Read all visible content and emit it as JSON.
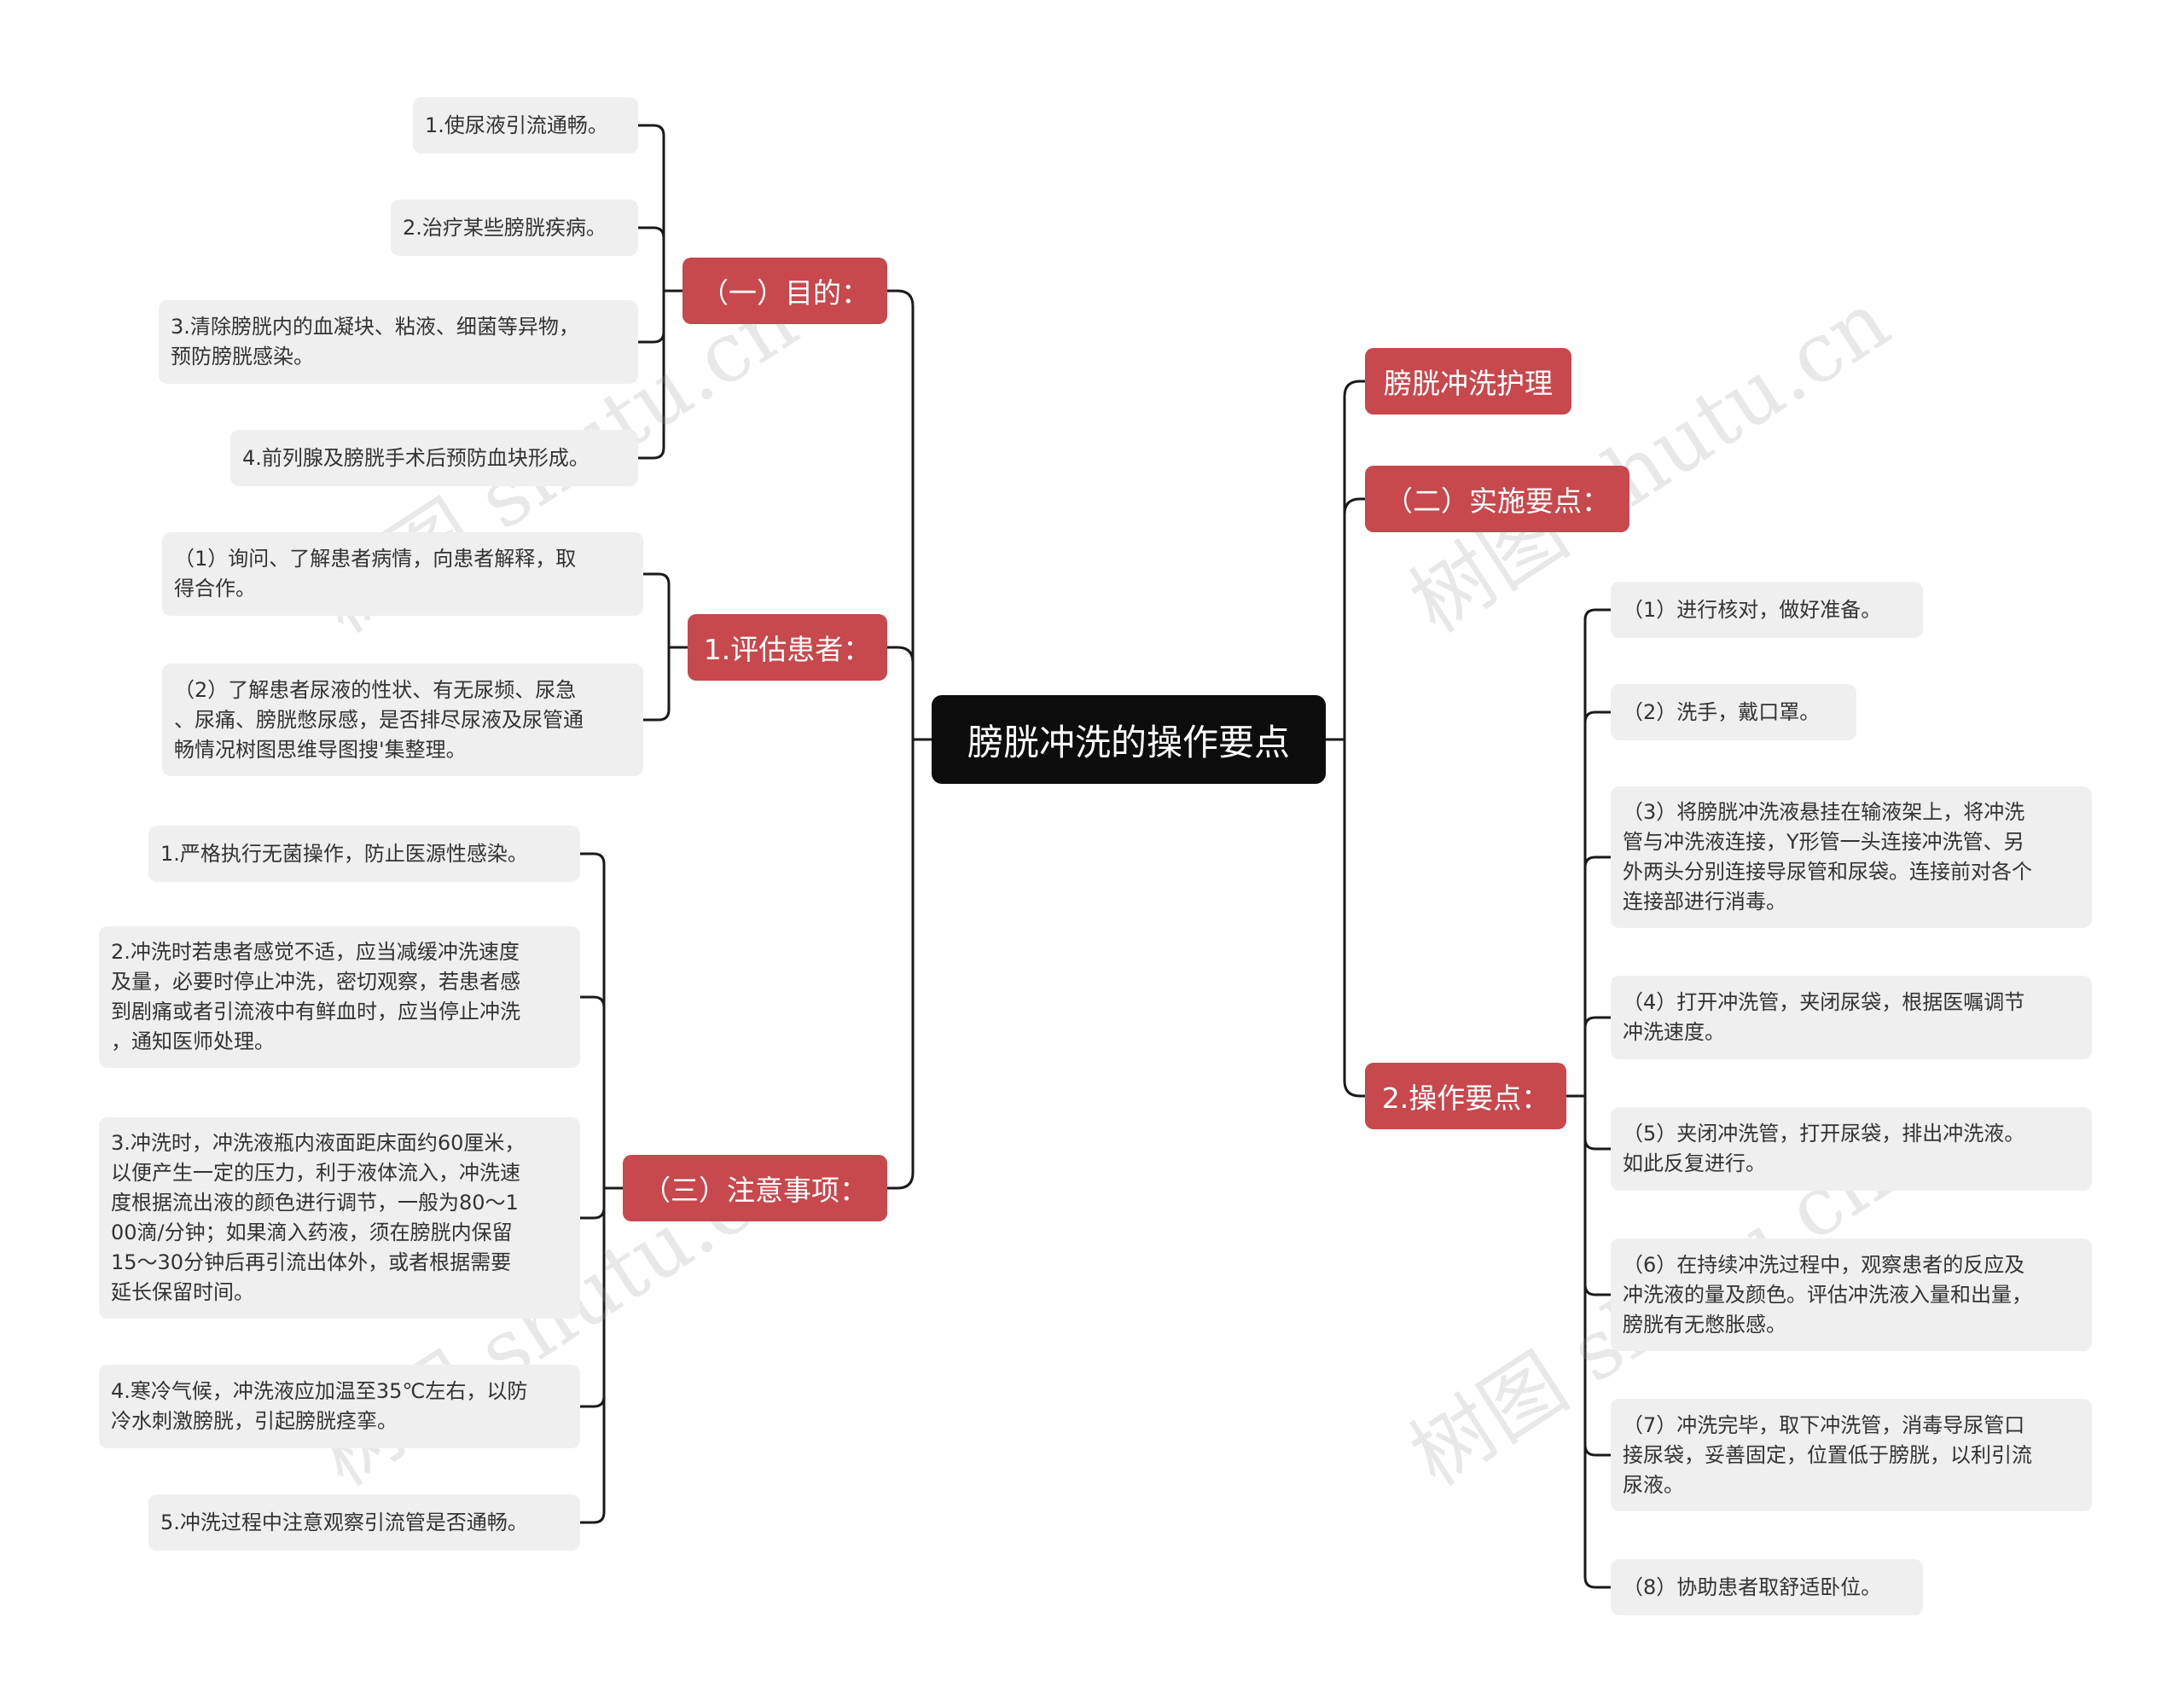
{
  "root": {
    "label": "膀胱冲洗的操作要点"
  },
  "branches": {
    "purpose": {
      "label": "（一）目的：",
      "items": [
        "1.使尿液引流通畅。",
        "2.治疗某些膀胱疾病。",
        "3.清除膀胱内的血凝块、粘液、细菌等异物，\n预防膀胱感染。",
        "4.前列腺及膀胱手术后预防血块形成。"
      ]
    },
    "assess": {
      "label": "1.评估患者：",
      "items": [
        "（1）询问、了解患者病情，向患者解释，取\n得合作。",
        "（2）了解患者尿液的性状、有无尿频、尿急\n、尿痛、膀胱憋尿感，是否排尽尿液及尿管通\n畅情况树图思维导图搜'集整理。"
      ]
    },
    "notes": {
      "label": "（三）注意事项：",
      "items": [
        "1.严格执行无菌操作，防止医源性感染。",
        "2.冲洗时若患者感觉不适，应当减缓冲洗速度\n及量，必要时停止冲洗，密切观察，若患者感\n到剧痛或者引流液中有鲜血时，应当停止冲洗\n，通知医师处理。",
        "3.冲洗时，冲洗液瓶内液面距床面约60厘米，\n以便产生一定的压力，利于液体流入，冲洗速\n度根据流出液的颜色进行调节，一般为80～1\n00滴/分钟；如果滴入药液，须在膀胱内保留\n15～30分钟后再引流出体外，或者根据需要\n延长保留时间。",
        "4.寒冷气候，冲洗液应加温至35℃左右，以防\n冷水刺激膀胱，引起膀胱痉挛。",
        "5.冲洗过程中注意观察引流管是否通畅。"
      ]
    },
    "care": {
      "label": "膀胱冲洗护理"
    },
    "implement": {
      "label": "（二）实施要点："
    },
    "operation": {
      "label": "2.操作要点：",
      "items": [
        "（1）进行核对，做好准备。",
        "（2）洗手，戴口罩。",
        "（3）将膀胱冲洗液悬挂在输液架上，将冲洗\n管与冲洗液连接，Y形管一头连接冲洗管、另\n外两头分别连接导尿管和尿袋。连接前对各个\n连接部进行消毒。",
        "（4）打开冲洗管，夹闭尿袋，根据医嘱调节\n冲洗速度。",
        "（5）夹闭冲洗管，打开尿袋，排出冲洗液。\n如此反复进行。",
        "（6）在持续冲洗过程中，观察患者的反应及\n冲洗液的量及颜色。评估冲洗液入量和出量，\n膀胱有无憋胀感。",
        "（7）冲洗完毕，取下冲洗管，消毒导尿管口\n接尿袋，妥善固定，位置低于膀胱，以利引流\n尿液。",
        "（8）协助患者取舒适卧位。"
      ]
    }
  },
  "watermark": "树图 shutu.cn",
  "colors": {
    "root": "#0d0d0d",
    "branch": "#c7484d",
    "leaf": "#efefef",
    "line": "#1a1a1a"
  }
}
